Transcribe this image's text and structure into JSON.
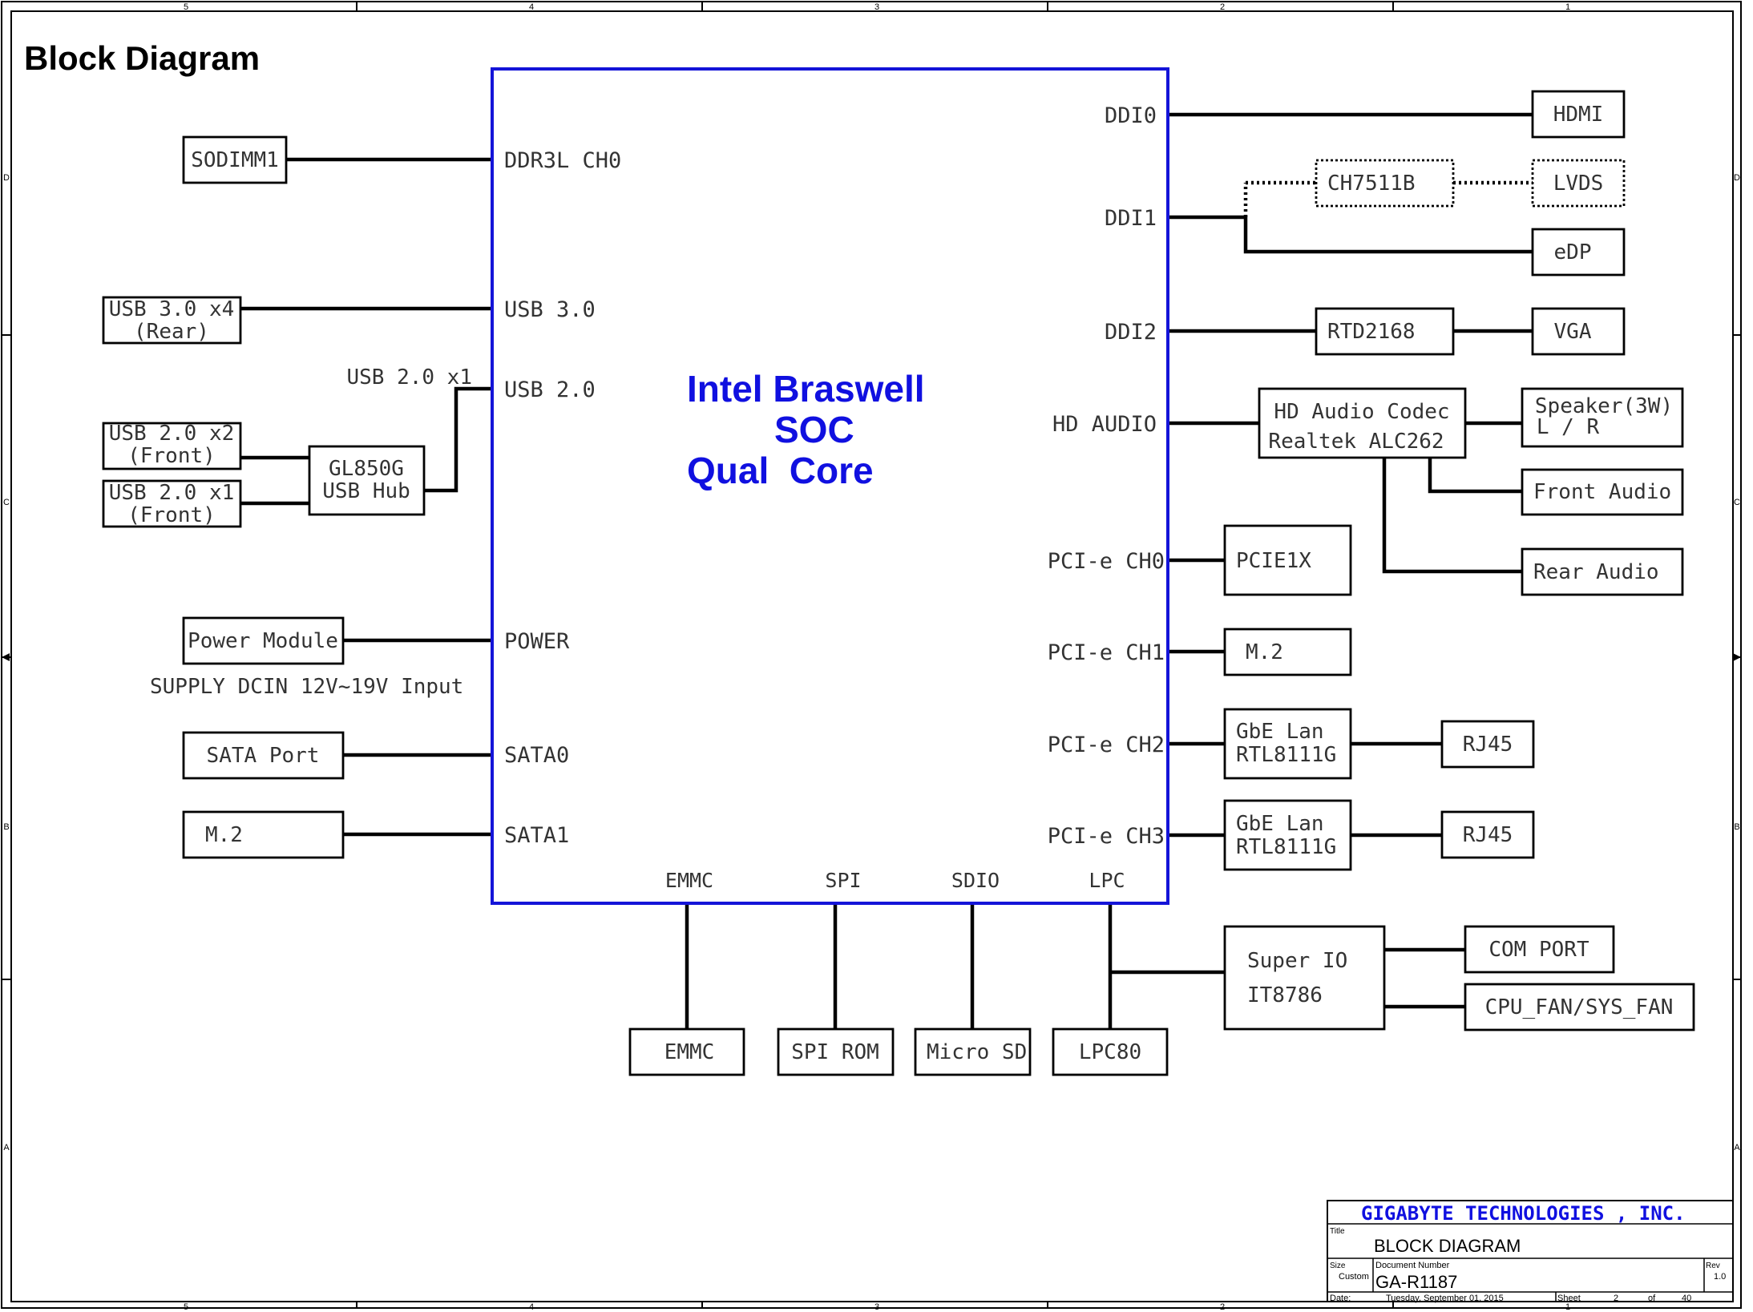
{
  "title": "Block Diagram",
  "soc": {
    "line1": "Intel Braswell",
    "line2": "SOC",
    "line3": "Qual  Core",
    "color": "#1010e0"
  },
  "soc_pins_left": {
    "ddr": "DDR3L CH0",
    "usb3": "USB 3.0",
    "usb2": "USB 2.0",
    "power": "POWER",
    "sata0": "SATA0",
    "sata1": "SATA1"
  },
  "soc_pins_right": {
    "ddi0": "DDI0",
    "ddi1": "DDI1",
    "ddi2": "DDI2",
    "hda": "HD AUDIO",
    "pcie0": "PCI-e CH0",
    "pcie1": "PCI-e CH1",
    "pcie2": "PCI-e CH2",
    "pcie3": "PCI-e CH3"
  },
  "soc_pins_bottom": {
    "emmc": "EMMC",
    "spi": "SPI",
    "sdio": "SDIO",
    "lpc": "LPC"
  },
  "left": {
    "sodimm": "SODIMM1",
    "usb3_l1": "USB 3.0 x4",
    "usb3_l2": "(Rear)",
    "usb2_x1_label": "USB 2.0 x1",
    "usb2x2_l1": "USB 2.0 x2",
    "usb2x2_l2": "(Front)",
    "usb2x1_l1": "USB 2.0 x1",
    "usb2x1_l2": "(Front)",
    "hub_l1": "GL850G",
    "hub_l2": "USB Hub",
    "power_module": "Power Module",
    "supply": "SUPPLY DCIN 12V~19V Input",
    "sata_port": "SATA Port",
    "m2": "M.2"
  },
  "right": {
    "hdmi": "HDMI",
    "ch7511b": "CH7511B",
    "lvds": "LVDS",
    "edp": "eDP",
    "rtd2168": "RTD2168",
    "vga": "VGA",
    "codec_l1": "HD Audio Codec",
    "codec_l2": "Realtek ALC262",
    "speaker_l1": "Speaker(3W)",
    "speaker_l2": "L / R",
    "front_audio": "Front Audio",
    "rear_audio": "Rear Audio",
    "pcie1x": "PCIE1X",
    "m2": "M.2",
    "gbe1_l1": "GbE Lan",
    "gbe1_l2": "RTL8111G",
    "rj45_1": "RJ45",
    "gbe2_l1": "GbE Lan",
    "gbe2_l2": "RTL8111G",
    "rj45_2": "RJ45",
    "superio_l1": "Super IO",
    "superio_l2": "IT8786",
    "com_port": "COM PORT",
    "fan": "CPU_FAN/SYS_FAN"
  },
  "bottom": {
    "emmc": "EMMC",
    "spi_rom": "SPI ROM",
    "micro_sd": "Micro SD",
    "lpc80": "LPC80"
  },
  "frame": {
    "cols_top": [
      "5",
      "4",
      "3",
      "2",
      "1"
    ],
    "cols_bottom": [
      "5",
      "4",
      "3",
      "2",
      "1"
    ],
    "rows": [
      "D",
      "C",
      "B",
      "A"
    ]
  },
  "title_block": {
    "company": "GIGABYTE TECHNOLOGIES , INC.",
    "title_label": "Title",
    "title": "BLOCK DIAGRAM",
    "size_label": "Size",
    "size": "Custom",
    "docnum_label": "Document Number",
    "docnum": "GA-R1187",
    "rev_label": "Rev",
    "rev": "1.0",
    "date_label": "Date:",
    "date": "Tuesday, September 01, 2015",
    "sheet_label": "Sheet",
    "sheet": "2",
    "of_label": "of",
    "total": "40",
    "company_color": "#1010e0"
  }
}
